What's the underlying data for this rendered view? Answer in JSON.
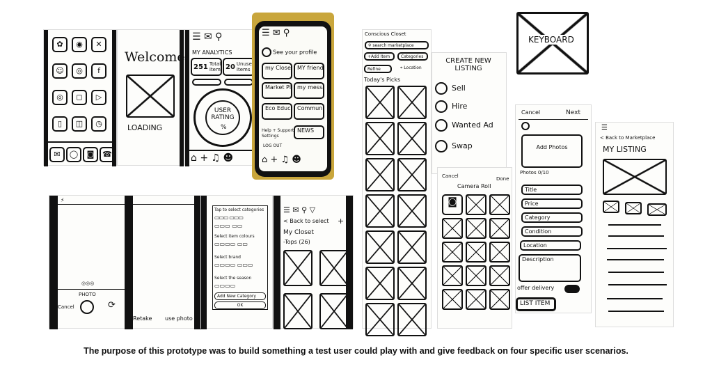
{
  "welcome": {
    "title": "Welcome",
    "loading": "LOADING"
  },
  "analytics": {
    "title": "MY ANALYTICS",
    "total_items_value": "251",
    "total_items_label": "Total Items",
    "unused_value": "20",
    "unused_label": "Unused Items",
    "rating": "USER RATING",
    "rating_unit": "%"
  },
  "menu": {
    "profile": "See your profile",
    "tiles": [
      "my Closet",
      "MY friends",
      "Market Place",
      "my messages",
      "Eco Education",
      "Community"
    ],
    "help": "Help + Support",
    "settings": "Settings",
    "news": "NEWS",
    "logout": "LOG OUT"
  },
  "marketplace": {
    "title": "Conscious Closet",
    "search": "search marketplace",
    "add": "+Add Item",
    "categories": "Categories",
    "refine": "Refine",
    "location": "Location",
    "picks": "Today's Picks"
  },
  "create": {
    "title": "CREATE NEW LISTING",
    "options": [
      "Sell",
      "Hire",
      "Wanted Ad",
      "Swap"
    ]
  },
  "keyboard": {
    "label": "KEYBOARD"
  },
  "form": {
    "cancel": "Cancel",
    "next": "Next",
    "add_photos": "Add Photos",
    "photos": "Photos 0/10",
    "fields": [
      "Title",
      "Price",
      "Category",
      "Condition",
      "Location",
      "Description"
    ],
    "delivery": "offer delivery",
    "submit": "LIST ITEM"
  },
  "listing": {
    "back": "< Back to Marketplace",
    "title": "MY LISTING"
  },
  "camera_roll": {
    "cancel": "Cancel",
    "done": "Done",
    "title": "Camera Roll"
  },
  "camera": {
    "photo": "PHOTO",
    "cancel": "Cancel",
    "retake": "Retake",
    "use": "use photo"
  },
  "select": {
    "title": "Tap to select categories",
    "colours": "Select item colours",
    "brand": "Select brand",
    "season": "Select the season",
    "add": "Add New Category",
    "ok": "OK"
  },
  "closet": {
    "back": "< Back to select",
    "title": "My Closet",
    "section": "-Tops (26)"
  },
  "caption": "The purpose of this prototype was to build something a test user could play with and give feedback on four specific user scenarios."
}
